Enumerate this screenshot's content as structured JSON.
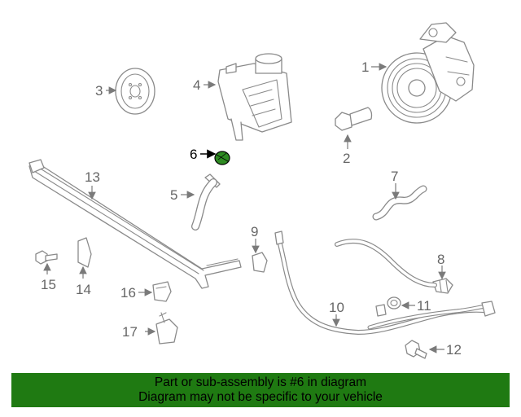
{
  "callouts": {
    "c1": "1",
    "c2": "2",
    "c3": "3",
    "c4": "4",
    "c5": "5",
    "c6": "6",
    "c7": "7",
    "c8": "8",
    "c9": "9",
    "c10": "10",
    "c11": "11",
    "c12": "12",
    "c13": "13",
    "c14": "14",
    "c15": "15",
    "c16": "16",
    "c17": "17"
  },
  "highlight": {
    "part": "6",
    "color": "#2e8b22"
  },
  "banner": {
    "line1": "Part or sub-assembly is #6 in diagram",
    "line2": "Diagram may not be specific to your vehicle",
    "background": "#1f7a12"
  },
  "colors": {
    "line_art": "#8a8a8a",
    "callout_text": "#666666"
  }
}
